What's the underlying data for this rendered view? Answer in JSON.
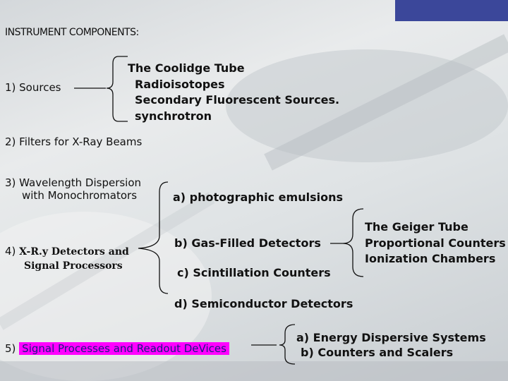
{
  "title": "INSTRUMENT COMPONENTS:",
  "sources": {
    "label": "1) Sources",
    "items": [
      "The Coolidge Tube",
      "Radioisotopes",
      "Secondary Fluorescent Sources.",
      "synchrotron"
    ]
  },
  "filters": {
    "label": "2) Filters for X-Ray Beams"
  },
  "wavelength": {
    "line1": "3) Wavelength Dispersion",
    "line2": "with Monochromators"
  },
  "detectors": {
    "line1_prefix": "4) ",
    "line1_rest": "X-R.y Detectors and",
    "line2": "Signal Processors",
    "types": {
      "a": "a)  photographic emulsions",
      "b": "b) Gas-Filled Detectors",
      "c": "c) Scintillation Counters",
      "d": "d) Semiconductor Detectors"
    },
    "gas_filled": [
      "The Geiger Tube",
      "Proportional Counters",
      "Ionization Chambers"
    ]
  },
  "signal": {
    "prefix": "5) ",
    "highlight": "Signal Processes and Readout DeVices",
    "items": [
      "a) Energy Dispersive Systems",
      "b) Counters and Scalers"
    ]
  },
  "colors": {
    "highlight_bg": "#ff00ff",
    "highlight_text": "#1a1a80",
    "background": "#e2e5e7"
  }
}
